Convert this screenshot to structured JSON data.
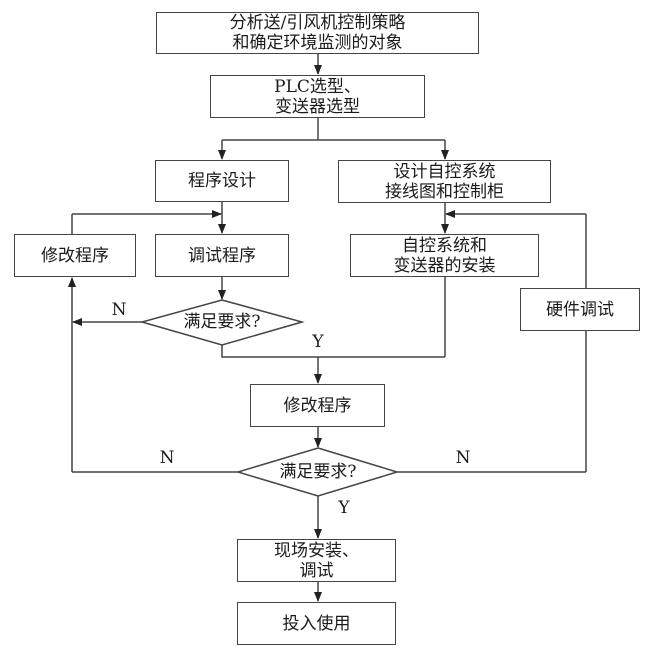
{
  "flowchart": {
    "nodes": {
      "analyze": "分析送/引风机控制策略\n和确定环境监测的对象",
      "selection": "PLC选型、\n变送器选型",
      "program_design": "程序设计",
      "control_design": "设计自控系统\n接线图和控制柜",
      "modify_program_left": "修改程序",
      "debug_program": "调试程序",
      "install": "自控系统和\n变送器的安装",
      "hardware_debug": "硬件调试",
      "decision1": "满足要求?",
      "modify_program_mid": "修改程序",
      "decision2": "满足要求?",
      "onsite": "现场安装、\n调试",
      "deploy": "投入使用"
    },
    "labels": {
      "d1_no": "N",
      "d1_yes": "Y",
      "d2_no_left": "N",
      "d2_no_right": "N",
      "d2_yes": "Y"
    },
    "colors": {
      "line": "#444444",
      "text": "#1a1a1a",
      "background": "#ffffff"
    }
  }
}
